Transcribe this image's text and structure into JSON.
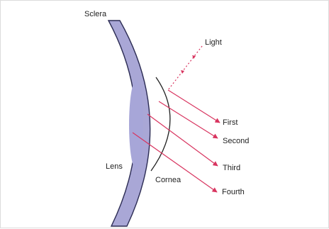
{
  "labels": {
    "sclera": "Sclera",
    "light": "Light",
    "lens": "Lens",
    "cornea": "Cornea",
    "first": "First",
    "second": "Second",
    "third": "Third",
    "fourth": "Fourth"
  },
  "colors": {
    "sclera_fill": "#a9a7d6",
    "sclera_stroke": "#2c2c54",
    "lens_fill": "#a7a6d8",
    "ray": "#d8345f",
    "cornea_stroke": "#222222",
    "text": "#222222"
  }
}
